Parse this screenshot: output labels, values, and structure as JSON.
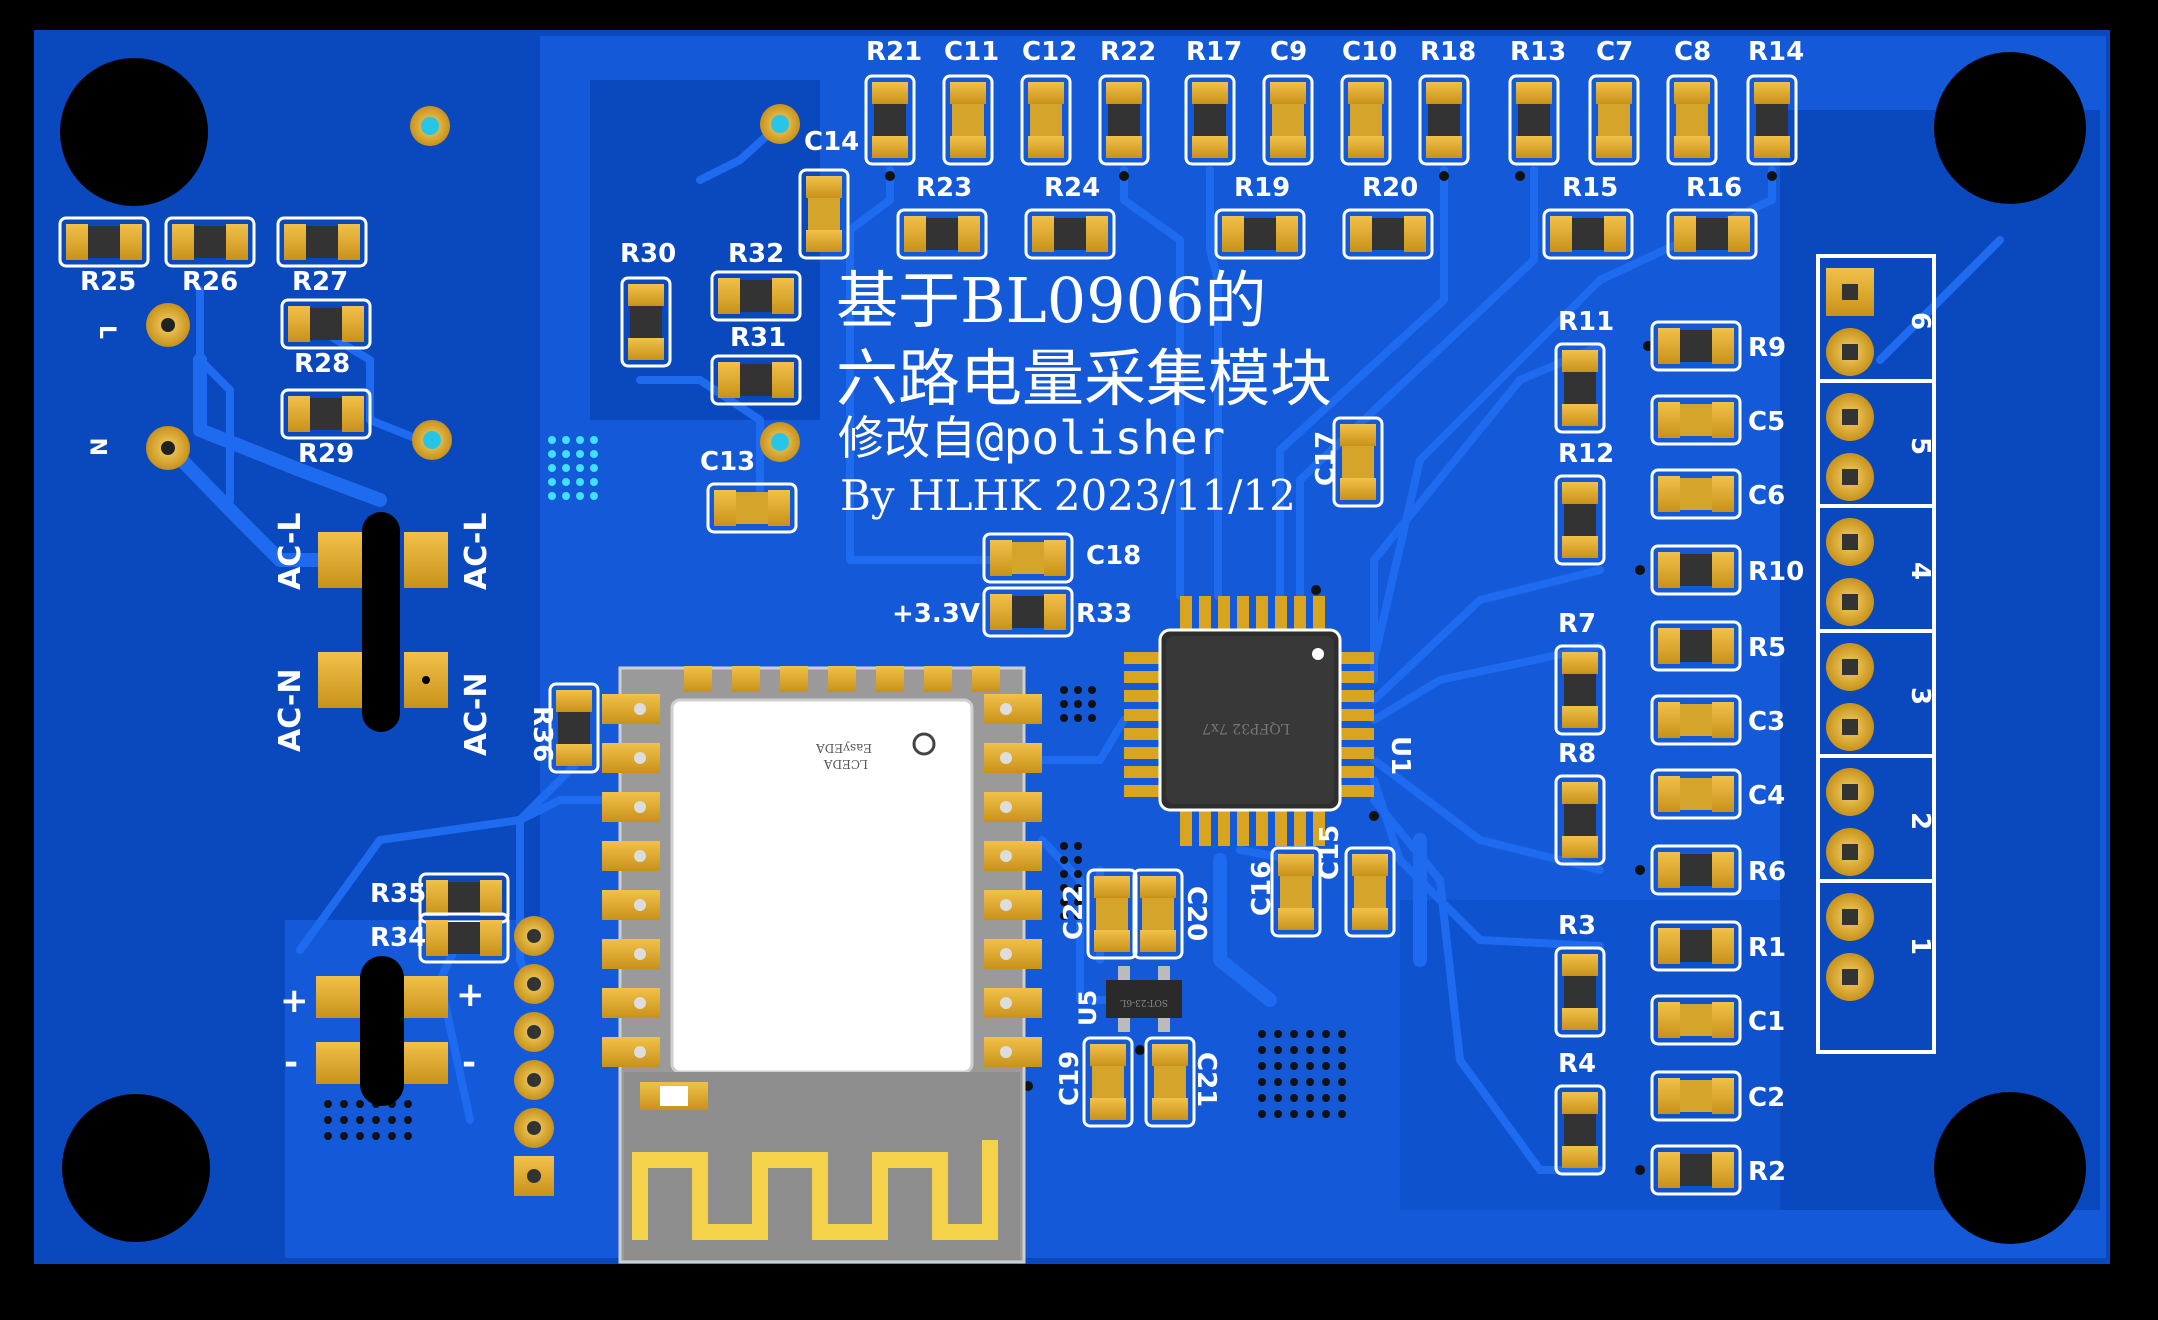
{
  "board": {
    "colors": {
      "background": "#000000",
      "board_blue": "#0b4fc8",
      "trace_blue": "#1f66e8",
      "silkscreen": "#ffffff",
      "gold": "#d9a520",
      "chip": "#2b2b2b"
    }
  },
  "title": {
    "line1": "基于BL0906的",
    "line2": "六路电量采集模块",
    "line3": "修改自@polisher",
    "line4": "By HLHK 2023/11/12"
  },
  "labels": {
    "L": "L",
    "N": "N",
    "acl": "AC-L",
    "acn": "AC-N",
    "plus": "+",
    "minus": "-",
    "v33": "+3.3V",
    "u1": "U1",
    "u5": "U5",
    "chip_marking": "LQFP32 7x7",
    "sot_marking": "SOT-23-6L",
    "logo_line1": "LCEDA",
    "logo_line2": "EasyEDA"
  },
  "components": {
    "top_row": [
      "R21",
      "C11",
      "C12",
      "R22",
      "R17",
      "C9",
      "C10",
      "R18",
      "R13",
      "C7",
      "C8",
      "R14"
    ],
    "second_row": [
      "R23",
      "R24",
      "R19",
      "R20",
      "R15",
      "R16"
    ],
    "left_resistors": [
      "R25",
      "R26",
      "R27",
      "R28",
      "R29"
    ],
    "misc": [
      "R30",
      "R32",
      "R31",
      "C14",
      "C13",
      "C17",
      "C18",
      "R33",
      "R36",
      "R35",
      "R34",
      "C22",
      "C20",
      "C16",
      "C15",
      "C19",
      "C21"
    ],
    "right_vertical": [
      "R11",
      "R12",
      "R7",
      "R8",
      "R3",
      "R4"
    ],
    "right_column": [
      "R9",
      "C5",
      "C6",
      "R10",
      "R5",
      "C3",
      "C4",
      "R6",
      "R1",
      "C1",
      "C2",
      "R2"
    ]
  },
  "connector": {
    "channels": [
      "6",
      "5",
      "4",
      "3",
      "2",
      "1"
    ]
  }
}
